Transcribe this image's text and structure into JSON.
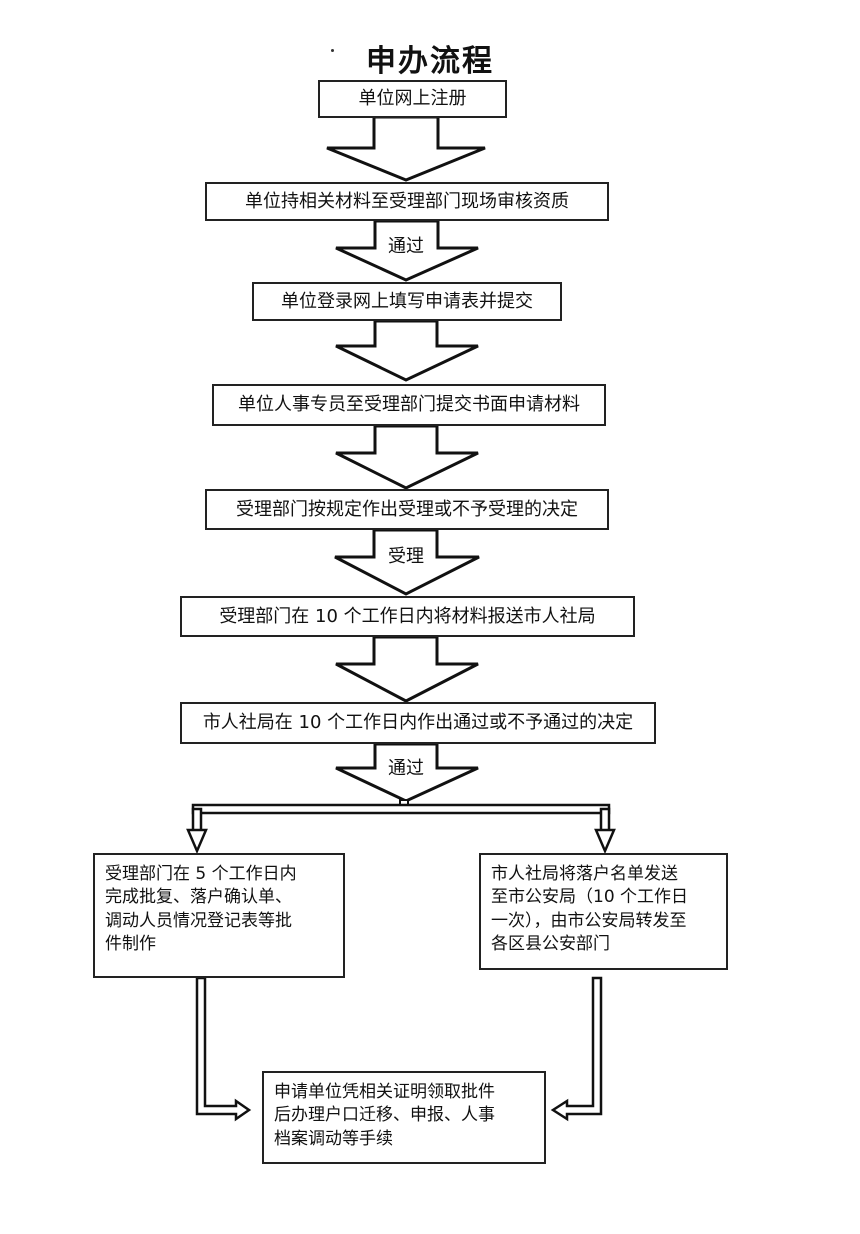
{
  "title": "申办流程",
  "steps": [
    "单位网上注册",
    "单位持相关材料至受理部门现场审核资质",
    "单位登录网上填写申请表并提交",
    "单位人事专员至受理部门提交书面申请材料",
    "受理部门按规定作出受理或不予受理的决定",
    "受理部门在 10 个工作日内将材料报送市人社局",
    "市人社局在 10 个工作日内作出通过或不予通过的决定"
  ],
  "arrow_labels": {
    "after_step_2": "通过",
    "after_step_5": "受理",
    "after_step_7": "通过"
  },
  "left_branch": [
    "受理部门在 5 个工作日内",
    "完成批复、落户确认单、",
    "调动人员情况登记表等批",
    "件制作"
  ],
  "right_branch": [
    "市人社局将落户名单发送",
    "至市公安局（10 个工作日",
    "一次），由市公安局转发至",
    "各区县公安部门"
  ],
  "final_step": [
    "申请单位凭相关证明领取批件",
    "后办理户口迁移、申报、人事",
    "档案调动等手续"
  ]
}
